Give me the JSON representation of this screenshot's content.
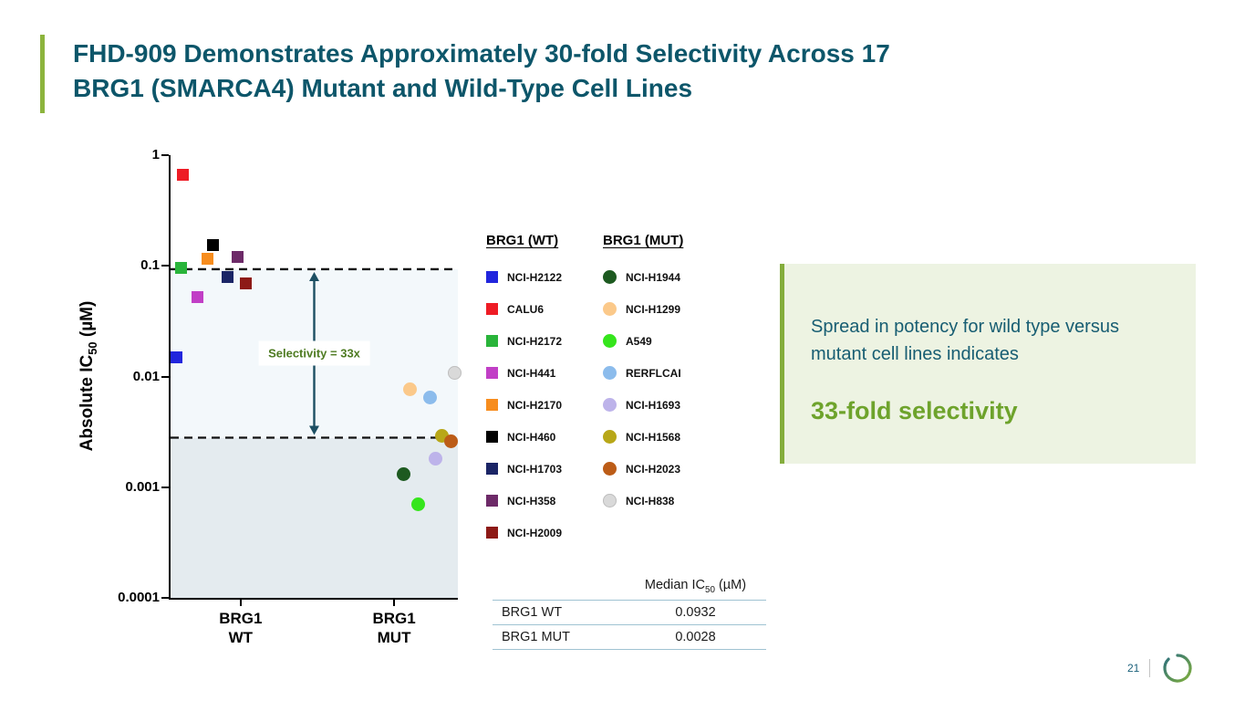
{
  "slide": {
    "title_line1": "FHD-909 Demonstrates Approximately 30-fold Selectivity Across 17",
    "title_line2": "BRG1 (SMARCA4) Mutant and Wild-Type Cell Lines",
    "page_number": "21"
  },
  "chart_data": {
    "type": "scatter",
    "yscale": "log",
    "ylim": [
      0.0001,
      1
    ],
    "ylabel_pre": "Absolute IC",
    "ylabel_sub": "50",
    "ylabel_post": " (µM)",
    "yticks": [
      {
        "value": 1,
        "label": "1"
      },
      {
        "value": 0.1,
        "label": "0.1"
      },
      {
        "value": 0.01,
        "label": "0.01"
      },
      {
        "value": 0.001,
        "label": "0.001"
      },
      {
        "value": 0.0001,
        "label": "0.0001"
      }
    ],
    "groups": [
      {
        "line1": "BRG1",
        "line2": "WT",
        "x_frac": 0.244
      },
      {
        "line1": "BRG1",
        "line2": "MUT",
        "x_frac": 0.778
      }
    ],
    "dashed_lines": [
      0.0932,
      0.0028
    ],
    "selectivity_label": "Selectivity = 33x",
    "arrow_x_frac": 0.5,
    "dash_color": "#111111",
    "arrow_color": "#1d4f63",
    "band_colors": [
      "#f3f8fb",
      "#e4ebef"
    ],
    "points": [
      {
        "name": "NCI-H2122",
        "group": "WT",
        "shape": "square",
        "value": 0.015,
        "x_frac": 0.019,
        "color": "#2125dd"
      },
      {
        "name": "CALU6",
        "group": "WT",
        "shape": "square",
        "value": 0.66,
        "x_frac": 0.044,
        "color": "#ee1c25"
      },
      {
        "name": "NCI-H2172",
        "group": "WT",
        "shape": "square",
        "value": 0.095,
        "x_frac": 0.035,
        "color": "#29b43a"
      },
      {
        "name": "NCI-H441",
        "group": "WT",
        "shape": "square",
        "value": 0.052,
        "x_frac": 0.095,
        "color": "#c13fc6"
      },
      {
        "name": "NCI-H2170",
        "group": "WT",
        "shape": "square",
        "value": 0.115,
        "x_frac": 0.127,
        "color": "#f78d1e"
      },
      {
        "name": "NCI-H460",
        "group": "WT",
        "shape": "square",
        "value": 0.155,
        "x_frac": 0.149,
        "color": "#000000"
      },
      {
        "name": "NCI-H1703",
        "group": "WT",
        "shape": "square",
        "value": 0.08,
        "x_frac": 0.197,
        "color": "#1b2566"
      },
      {
        "name": "NCI-H358",
        "group": "WT",
        "shape": "square",
        "value": 0.12,
        "x_frac": 0.232,
        "color": "#6d2a68"
      },
      {
        "name": "NCI-H2009",
        "group": "WT",
        "shape": "square",
        "value": 0.07,
        "x_frac": 0.263,
        "color": "#8d1a16"
      },
      {
        "name": "NCI-H1944",
        "group": "MUT",
        "shape": "circle",
        "value": 0.0013,
        "x_frac": 0.81,
        "color": "#1d5a20"
      },
      {
        "name": "NCI-H1299",
        "group": "MUT",
        "shape": "circle",
        "value": 0.0076,
        "x_frac": 0.832,
        "color": "#fbc98a"
      },
      {
        "name": "A549",
        "group": "MUT",
        "shape": "circle",
        "value": 0.0007,
        "x_frac": 0.863,
        "color": "#35e51c"
      },
      {
        "name": "RERFLCAI",
        "group": "MUT",
        "shape": "circle",
        "value": 0.0065,
        "x_frac": 0.902,
        "color": "#8cbcec"
      },
      {
        "name": "NCI-H1693",
        "group": "MUT",
        "shape": "circle",
        "value": 0.0018,
        "x_frac": 0.921,
        "color": "#bdb3ea"
      },
      {
        "name": "NCI-H1568",
        "group": "MUT",
        "shape": "circle",
        "value": 0.0029,
        "x_frac": 0.946,
        "color": "#b8a718"
      },
      {
        "name": "NCI-H2023",
        "group": "MUT",
        "shape": "circle",
        "value": 0.0026,
        "x_frac": 0.975,
        "color": "#bc5c17"
      },
      {
        "name": "NCI-H838",
        "group": "MUT",
        "shape": "circle",
        "value": 0.0107,
        "x_frac": 0.988,
        "color": "#d9d9d9",
        "border": "#bfbfbf"
      }
    ]
  },
  "legend": {
    "wt_header": "BRG1 (WT)",
    "mut_header": "BRG1 (MUT)"
  },
  "table": {
    "header_pre": "Median IC",
    "header_sub": "50",
    "header_post": " (µM)",
    "rows": [
      {
        "label": "BRG1 WT",
        "value": "0.0932"
      },
      {
        "label": "BRG1 MUT",
        "value": "0.0028"
      }
    ]
  },
  "callout": {
    "body": "Spread in potency for wild type versus mutant cell lines indicates",
    "highlight": "33-fold selectivity"
  }
}
